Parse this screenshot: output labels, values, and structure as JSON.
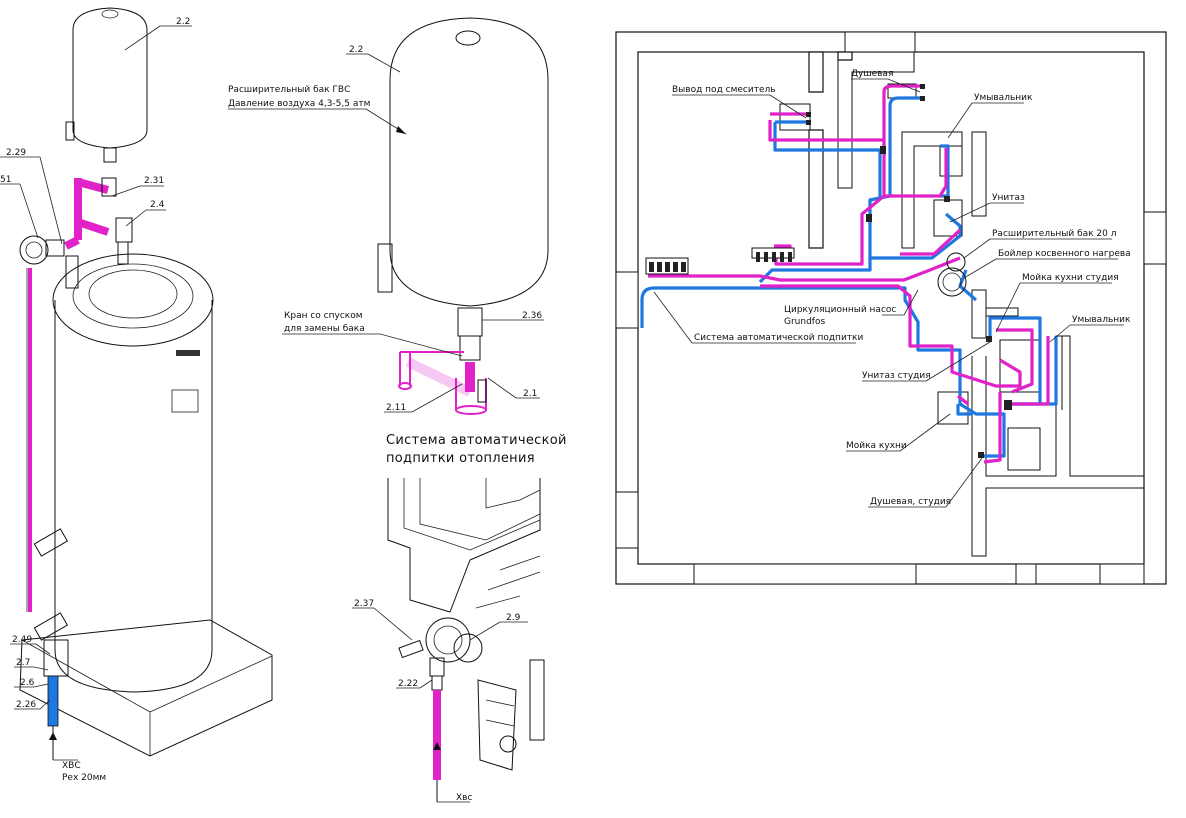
{
  "colors": {
    "hot_water": "#e022c8",
    "cold_water": "#1e78e0",
    "line": "#111111",
    "background": "#ffffff"
  },
  "left": {
    "tag_2_2": "2.2",
    "tag_2_29": "2.29",
    "tag_51": "51",
    "tag_2_31": "2.31",
    "tag_2_4": "2.4",
    "tag_2_49": "2.49",
    "tag_2_7": "2.7",
    "tag_2_6": "2.6",
    "tag_2_26": "2.26",
    "supply_line1": "ХВС",
    "supply_line2": "Рех 20мм"
  },
  "middle": {
    "tag_2_2": "2.2",
    "tank_label_line1": "Расширительный бак ГВС",
    "tank_label_line2": "Давление воздуха 4,3-5,5 атм",
    "valve_label_line1": "Кран со спуском",
    "valve_label_line2": "для замены бака",
    "tag_2_36": "2.36",
    "tag_2_11": "2.11",
    "tag_2_1": "2.1",
    "system_title_line1": "Система автоматической",
    "system_title_line2": "подпитки отопления",
    "tag_2_37": "2.37",
    "tag_2_9": "2.9",
    "tag_2_22": "2.22",
    "supply": "Хвс"
  },
  "plan": {
    "mixer_outlet": "Вывод под смеситель",
    "shower": "Душевая",
    "washbasin": "Умывальник",
    "toilet": "Унитаз",
    "exp_tank": "Расширительный бак 20 л",
    "boiler": "Бойлер косвенного нагрева",
    "kitchen_sink_studio": "Мойка кухни студия",
    "pump_line1": "Циркуляционный насос",
    "pump_line2": "Grundfos",
    "auto_feed": "Система автоматической подпитки",
    "washbasin2": "Умывальник",
    "toilet_studio": "Унитаз студия",
    "kitchen_sink": "Мойка кухни",
    "shower_studio": "Душевая, студия"
  }
}
